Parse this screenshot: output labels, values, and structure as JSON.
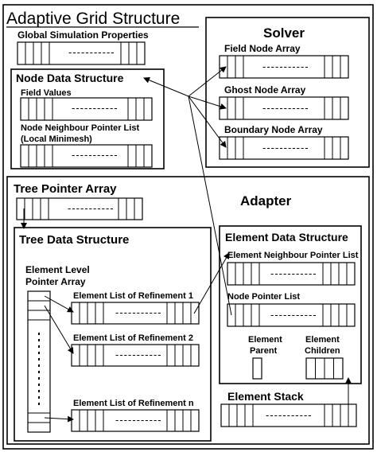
{
  "title": "Adaptive Grid Structure",
  "global": {
    "label": "Global Simulation Properties"
  },
  "node_data": {
    "title": "Node Data Structure",
    "field_values": "Field Values",
    "neighbour_line1": "Node Neighbour Pointer List",
    "neighbour_line2": "(Local Minimesh)"
  },
  "solver": {
    "title": "Solver",
    "field_nodes": "Field Node Array",
    "ghost_nodes": "Ghost Node Array",
    "boundary_nodes": "Boundary Node Array"
  },
  "tree_pointer": {
    "title": "Tree Pointer Array"
  },
  "adapter": {
    "title": "Adapter"
  },
  "tree_data": {
    "title": "Tree Data Structure",
    "level_line1": "Element Level",
    "level_line2": "Pointer Array",
    "refinement_1": "Element List of Refinement 1",
    "refinement_2": "Element List of Refinement 2",
    "refinement_n": "Element List of Refinement n"
  },
  "element_data": {
    "title": "Element Data Structure",
    "neighbour_list": "Element Neighbour Pointer List",
    "node_pointer_list": "Node Pointer List",
    "parent_line1": "Element",
    "parent_line2": "Parent",
    "children_line1": "Element",
    "children_line2": "Children"
  },
  "element_stack": {
    "title": "Element Stack"
  },
  "dots": "-----------"
}
